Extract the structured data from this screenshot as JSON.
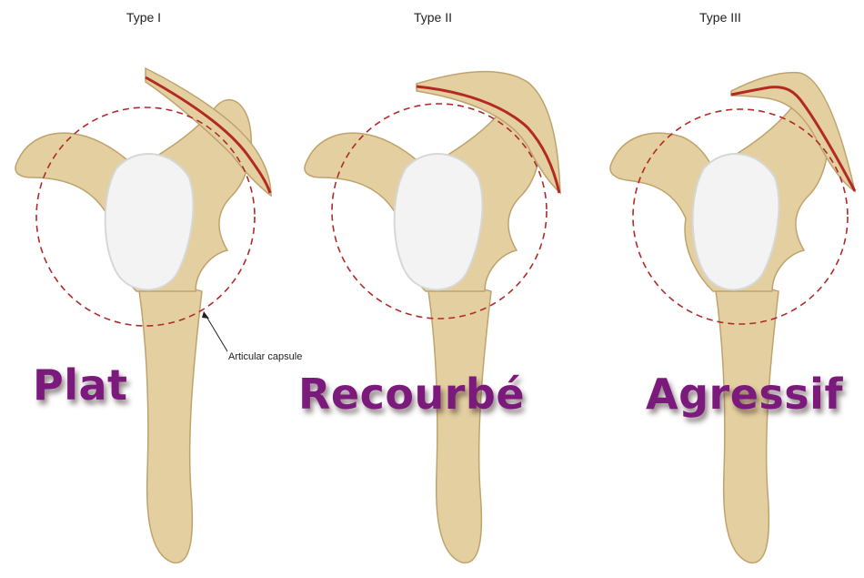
{
  "panels": [
    {
      "type_label": "Type I",
      "name_label": "Plat"
    },
    {
      "type_label": "Type II",
      "name_label": "Recourbé"
    },
    {
      "type_label": "Type III",
      "name_label": "Agressif"
    }
  ],
  "annotation": "Articular capsule",
  "colors": {
    "bone": "#e3cfa0",
    "bone_shade": "#c9ad76",
    "acromion_line": "#b32a22",
    "capsule": "#b02a2a",
    "label": "#7b1a7c",
    "glenoid": "#f2f3f2"
  }
}
